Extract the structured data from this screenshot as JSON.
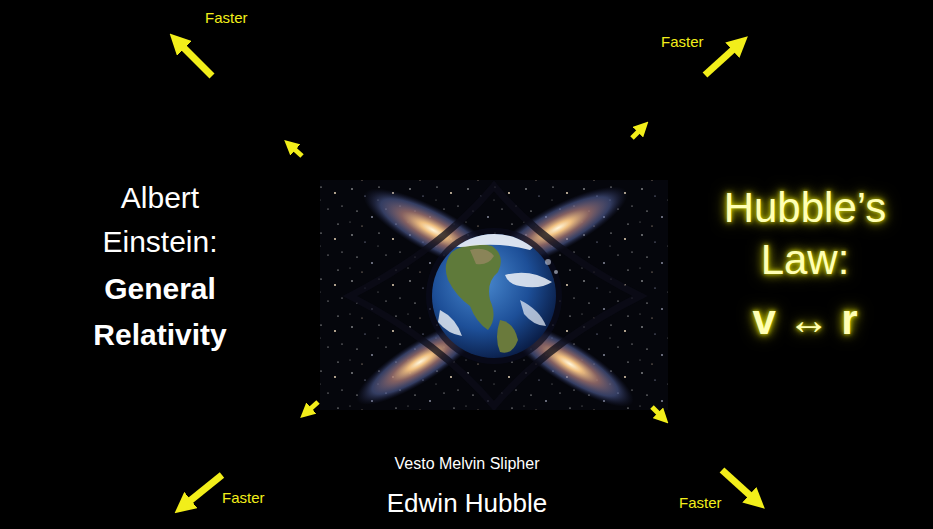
{
  "diagram": {
    "labels": [
      "Faster",
      "Faster",
      "Albert Einstein:",
      "General Relativity",
      "Hubble’s Law:",
      "v ↔ r",
      "Vesto Melvin Slipher",
      "Edwin Hubble",
      "Faster",
      "Faster"
    ]
  }
}
